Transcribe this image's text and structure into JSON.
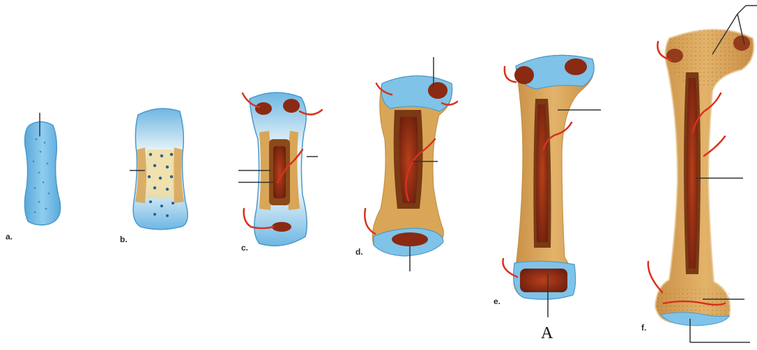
{
  "stages": [
    {
      "id": "a",
      "label": "a."
    },
    {
      "id": "b",
      "label": "b."
    },
    {
      "id": "c",
      "label": "c."
    },
    {
      "id": "d",
      "label": "d."
    },
    {
      "id": "e",
      "label": "e."
    },
    {
      "id": "f",
      "label": "f."
    }
  ],
  "marker": "A",
  "colors": {
    "cartilage": "#7fc3e8",
    "cartilage_dark": "#5aa8da",
    "bone": "#d9a657",
    "bone_light": "#e8c180",
    "marrow": "#8a2a12",
    "vessel": "#d8321e",
    "leader": "#333333"
  }
}
